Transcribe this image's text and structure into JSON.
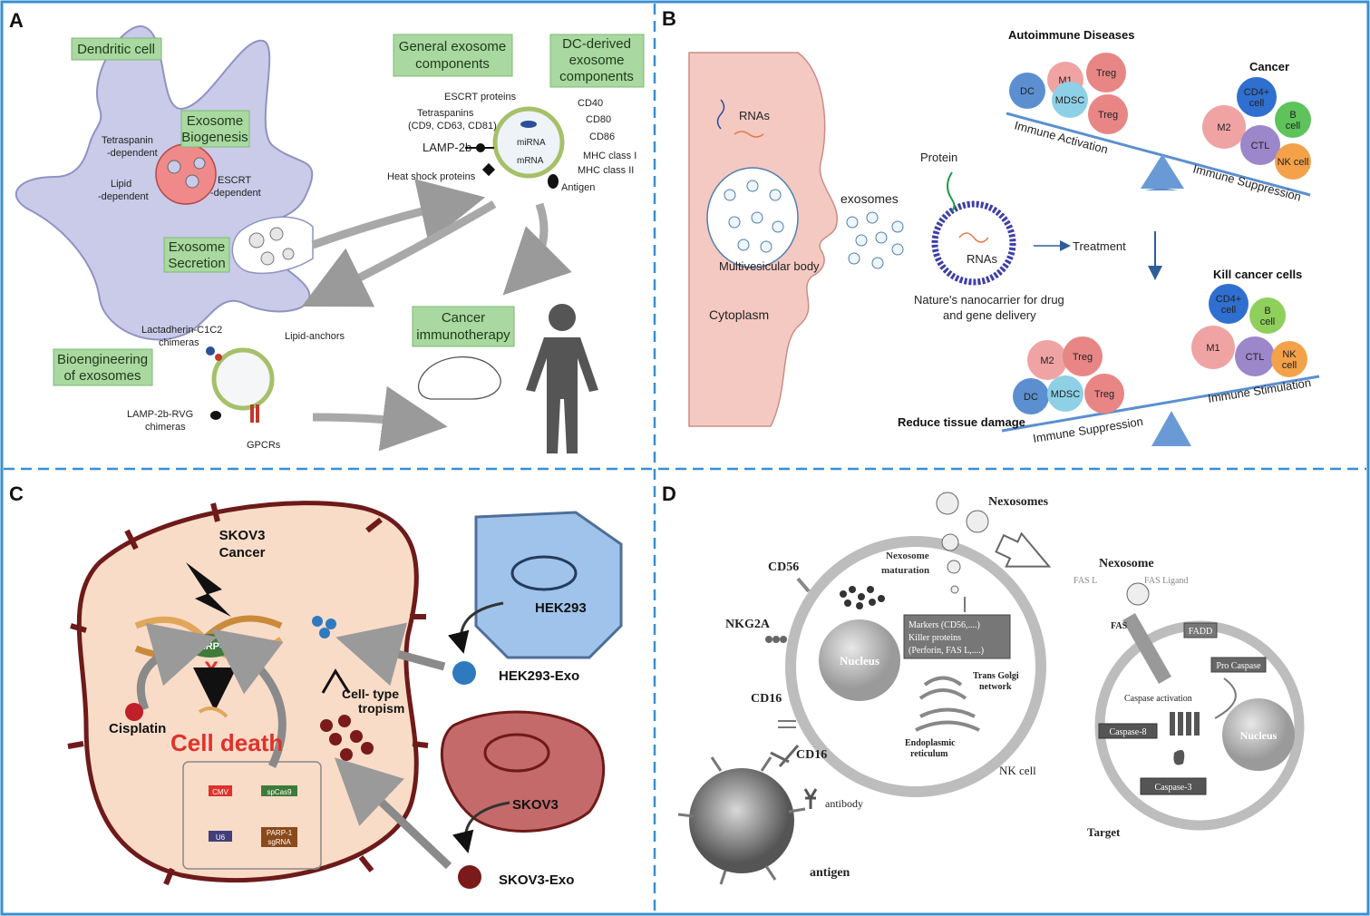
{
  "panels": {
    "a": {
      "letter": "A",
      "dendritic_cell": "Dendritic cell",
      "exosome_biogenesis": [
        "Exosome",
        "Biogenesis"
      ],
      "tetraspanin_dependent": [
        "Tetraspanin",
        "-dependent"
      ],
      "lipid_dependent": [
        "Lipid",
        "-dependent"
      ],
      "escrt_dependent": [
        "ESCRT",
        "-dependent"
      ],
      "exosome_secretion": [
        "Exosome",
        "Secretion"
      ],
      "general_components": [
        "General exosome",
        "components"
      ],
      "dc_components": [
        "DC-derived",
        "exosome",
        "components"
      ],
      "escrt_proteins": "ESCRT proteins",
      "tetraspanins": [
        "Tetraspanins",
        "(CD9, CD63, CD81)"
      ],
      "lamp2b": "LAMP-2b",
      "heat_shock": "Heat shock proteins",
      "mirna": "miRNA",
      "mrna": "mRNA",
      "cd40": "CD40",
      "cd80": "CD80",
      "cd86": "CD86",
      "mhc1": "MHC class I",
      "mhc2": "MHC class II",
      "antigen": "Antigen",
      "bioengineering": [
        "Bioengineering",
        "of exosomes"
      ],
      "lactadherin": [
        "Lactadherin-C1C2",
        "chimeras"
      ],
      "lipid_anchors": "Lipid-anchors",
      "lamp2b_rvg": [
        "LAMP-2b-RVG",
        "chimeras"
      ],
      "gpcrs": "GPCRs",
      "cancer_immunotherapy": [
        "Cancer",
        "immunotherapy"
      ]
    },
    "b": {
      "letter": "B",
      "rnas_top": "RNAs",
      "mvb": "Multivesicular body",
      "cytoplasm": "Cytoplasm",
      "exosomes": "exosomes",
      "protein": "Protein",
      "rnas_inner": "RNAs",
      "treatment": "Treatment",
      "nanocarrier": [
        "Nature's nanocarrier for drug",
        "and gene delivery"
      ],
      "autoimmune": "Autoimmune Diseases",
      "cancer": "Cancer",
      "immune_activation": "Immune Activation",
      "immune_suppression": "Immune Suppression",
      "kill_cancer": "Kill cancer cells",
      "reduce_damage": "Reduce tissue damage",
      "immune_suppression2": "Immune Suppression",
      "immune_stimulation": "Immune Stimulation",
      "cells": {
        "dc": "DC",
        "m1": "M1",
        "treg": "Treg",
        "mdsc": "MDSC",
        "cd4": "CD4+",
        "cell": "cell",
        "b": "B",
        "m2": "M2",
        "ctl": "CTL",
        "nk": "NK cell",
        "nk_short": "NK"
      }
    },
    "c": {
      "letter": "C",
      "skov3_cancer": [
        "SKOV3",
        "Cancer"
      ],
      "parp1": "PARP-1",
      "x_mark": "X",
      "cisplatin": "Cisplatin",
      "cell_death": "Cell death",
      "cmv": "CMV",
      "spcas9": "spCas9",
      "u6": "U6",
      "parp1_sgrna": [
        "PARP-1",
        "sgRNA"
      ],
      "tropism": [
        "Cell- type",
        "tropism"
      ],
      "hek293": "HEK293",
      "hek293_exo": "HEK293-Exo",
      "skov3": "SKOV3",
      "skov3_exo": "SKOV3-Exo"
    },
    "d": {
      "letter": "D",
      "nexosomes": "Nexosomes",
      "nexosome_maturation": [
        "Nexosome",
        "maturation"
      ],
      "cd56": "CD56",
      "nkg2a": "NKG2A",
      "cd16a": "CD16",
      "cd16b": "CD16",
      "nucleus": "Nucleus",
      "markers": [
        "Markers (CD56,....)",
        "Killer proteins",
        "(Perforin, FAS L,....)"
      ],
      "trans_golgi": [
        "Trans Golgi",
        "network"
      ],
      "er": [
        "Endoplasmic",
        "reticulum"
      ],
      "nk_cell": "NK cell",
      "antibody": "antibody",
      "antigen": "antigen",
      "nexosome": "Nexosome",
      "fasl": "FAS L",
      "fas_ligand": "FAS Ligand",
      "fas": "FAS",
      "fadd": "FADD",
      "pro_caspase": "Pro Caspase",
      "caspase_activation": "Caspase activation",
      "caspase8": "Caspase-8",
      "nucleus2": "Nucleus",
      "caspase3": "Caspase-3",
      "target": "Target"
    }
  },
  "colors": {
    "frame": "#3a8fd0",
    "dc_cell": "#c9cbe8",
    "green_box": "#a9d8a0",
    "cytoplasm": "#f4c9c2",
    "skov3_fill": "#f9dcc8",
    "skov3_membrane": "#6e1a1a",
    "cell_death": "#e0312b",
    "hek": "#9fc3ea",
    "balance": "#5b8fd0"
  }
}
